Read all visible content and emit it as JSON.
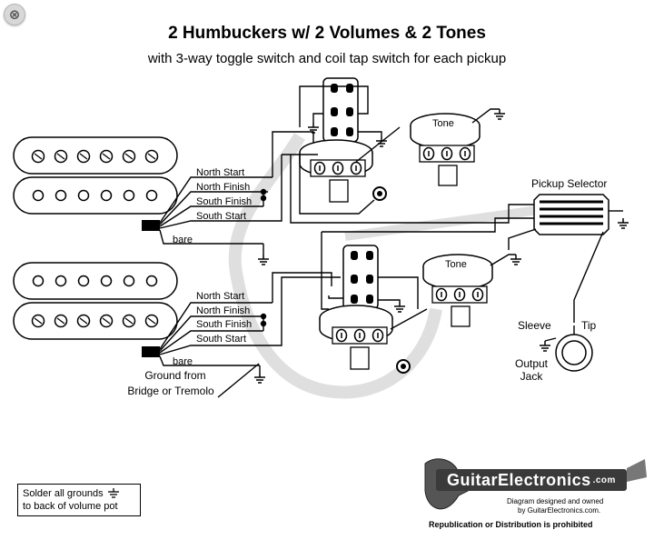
{
  "toolbar": {
    "close_glyph": "⊗",
    "close_icon": "close-icon"
  },
  "header": {
    "title": "2 Humbuckers w/ 2 Volumes & 2 Tones",
    "subtitle": "with 3-way toggle switch and coil tap switch for each pickup"
  },
  "pickup_top": {
    "wires": [
      "North Start",
      "North Finish",
      "South Finish",
      "South Start"
    ],
    "bare": "bare"
  },
  "pickup_bottom": {
    "wires": [
      "North Start",
      "North Finish",
      "South Finish",
      "South Start"
    ],
    "bare": "bare"
  },
  "labels": {
    "tone_top": "Tone",
    "tone_bottom": "Tone",
    "pickup_selector": "Pickup Selector",
    "ground_from": "Ground from",
    "bridge_or_tremolo": "Bridge or Tremolo",
    "sleeve": "Sleeve",
    "tip": "Tip",
    "output": "Output",
    "jack": "Jack"
  },
  "note": {
    "line1": "Solder all grounds",
    "line2": "to back of volume pot"
  },
  "logo": {
    "name": "GuitarElectronics",
    "suffix": ".com",
    "line1": "Diagram designed and owned",
    "line2": "by GuitarElectronics.com.",
    "line3": "Republication or Distribution is prohibited"
  },
  "colors": {
    "wire": "#000000",
    "background": "#ffffff",
    "watermark": "#e2e2e2"
  }
}
